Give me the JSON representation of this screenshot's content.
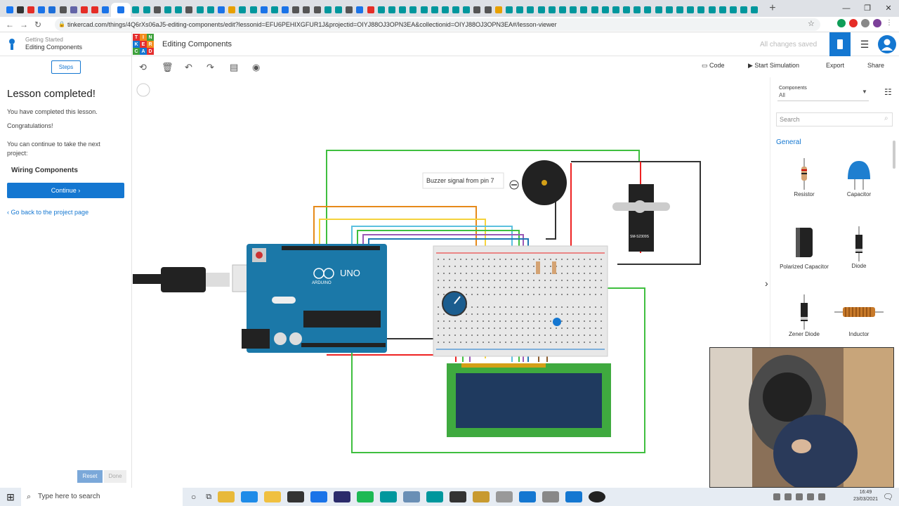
{
  "browser": {
    "url": "tinkercad.com/things/4Q6rXs06aJ5-editing-components/edit?lessonid=EFU6PEHIXGFUR1J&projectid=OIYJ88OJ3OPN3EA&collectionid=OIYJ88OJ3OPN3EA#/lesson-viewer",
    "active_tab_label": "C",
    "tab_colors": [
      "#1877f2",
      "#333",
      "#e52d27",
      "#1a73e8",
      "#1e6fd9",
      "#555",
      "#6264a7",
      "#e52d27",
      "#e52d27",
      "#1a73e8",
      "#1a73e8",
      "#00979d",
      "#00979d",
      "#555",
      "#00979d",
      "#00979d",
      "#555",
      "#00979d",
      "#00979d",
      "#1a73e8",
      "#e8a000",
      "#00979d",
      "#00979d",
      "#1a73e8",
      "#00979d",
      "#1a73e8",
      "#555",
      "#555",
      "#555",
      "#00979d",
      "#00979d",
      "#555",
      "#1a73e8",
      "#e52d27",
      "#00979d",
      "#00979d",
      "#00979d",
      "#00979d",
      "#00979d",
      "#00979d",
      "#00979d",
      "#00979d",
      "#00979d",
      "#555",
      "#555",
      "#e8a000",
      "#00979d",
      "#00979d",
      "#00979d",
      "#00979d",
      "#00979d",
      "#00979d",
      "#00979d",
      "#00979d",
      "#00979d",
      "#00979d",
      "#00979d",
      "#00979d",
      "#00979d",
      "#00979d",
      "#00979d",
      "#00979d",
      "#00979d",
      "#00979d",
      "#00979d",
      "#00979d",
      "#00979d",
      "#00979d",
      "#00979d",
      "#00979d"
    ]
  },
  "header": {
    "lesson_category": "Getting Started",
    "lesson_name": "Editing Components",
    "logo_letters": [
      "T",
      "I",
      "N",
      "K",
      "E",
      "R",
      "C",
      "A",
      "D"
    ],
    "design_title": "Editing Components",
    "save_status": "All changes saved"
  },
  "lesson": {
    "steps_label": "Steps",
    "title": "Lesson completed!",
    "line1": "You have completed this lesson.",
    "line2": "Congratulations!",
    "line3": "You can continue to take the next project:",
    "next_project": "Wiring Components",
    "continue_label": "Continue",
    "back_link": "Go back to the project page",
    "reset_label": "Reset",
    "done_label": "Done"
  },
  "toolbar": {
    "code_label": "Code",
    "start_sim_label": "Start Simulation",
    "export_label": "Export",
    "share_label": "Share"
  },
  "canvas": {
    "tooltip": "Buzzer signal from pin 7",
    "arduino_label": "UNO",
    "arduino_brand": "ARDUINO",
    "servo_label": "SM-S2309S"
  },
  "components": {
    "label": "Components",
    "value": "All",
    "search_placeholder": "Search",
    "category": "General",
    "items": [
      {
        "name": "Resistor"
      },
      {
        "name": "Capacitor"
      },
      {
        "name": "Polarized Capacitor"
      },
      {
        "name": "Diode"
      },
      {
        "name": "Zener Diode"
      },
      {
        "name": "Inductor"
      }
    ]
  },
  "taskbar": {
    "search_placeholder": "Type here to search",
    "time": "16:49",
    "date": "23/03/2021"
  }
}
